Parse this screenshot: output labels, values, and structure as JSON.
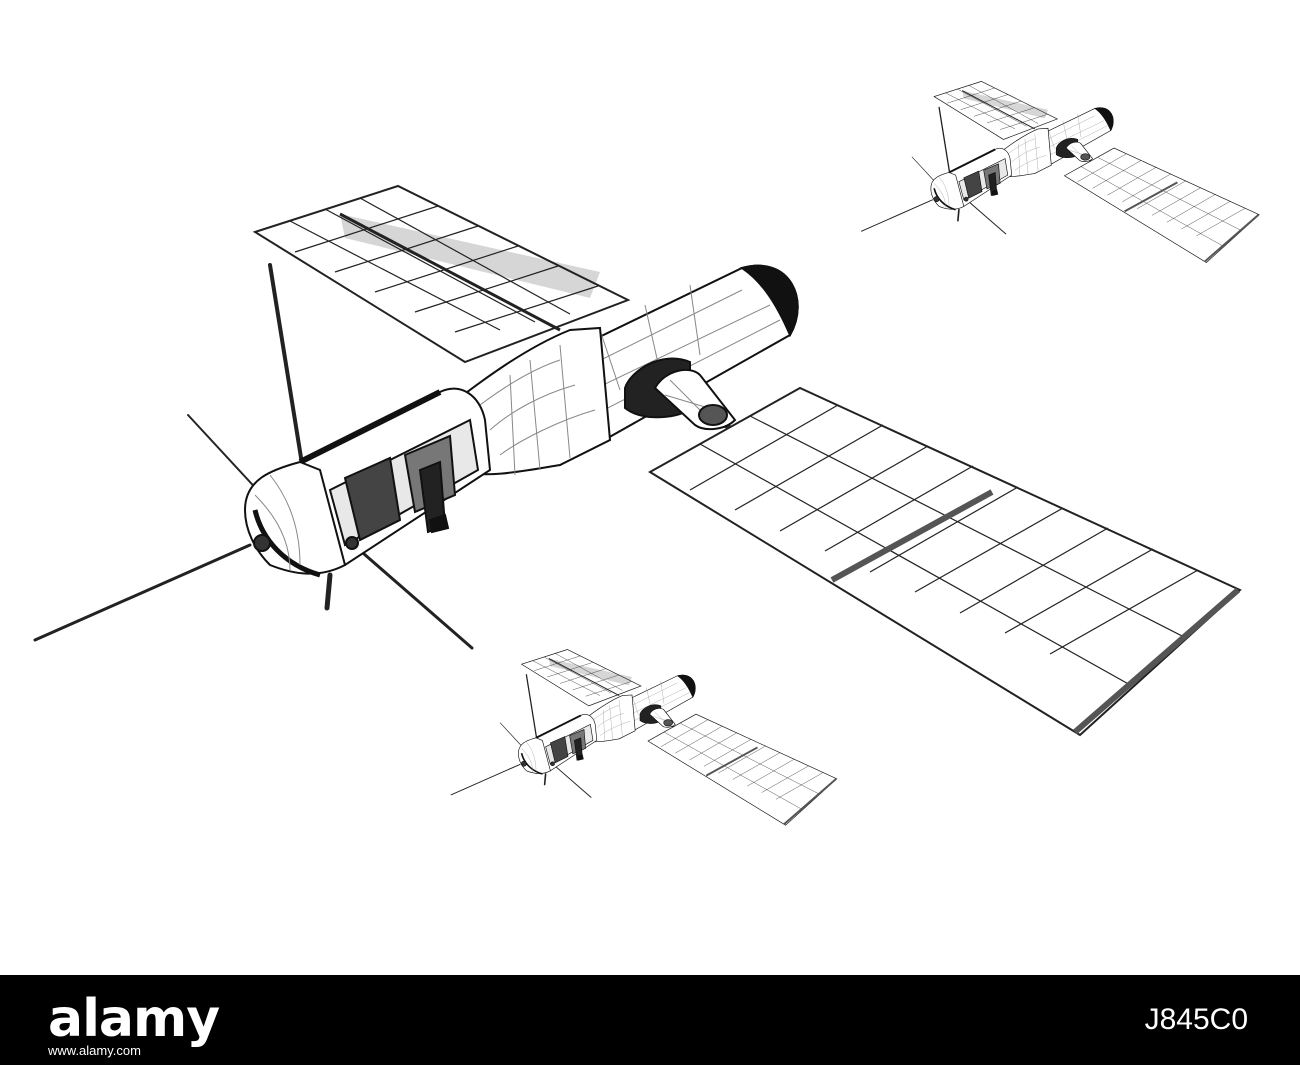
{
  "image": {
    "subject": "satellite-wireframe-illustration",
    "count": 3,
    "colors": {
      "background": "#ffffff",
      "line": "#1a1a1a",
      "panel_shade": "#d9d9d9",
      "body_dark": "#111111"
    }
  },
  "stock_bar": {
    "logo": "alamy",
    "url": "www.alamy.com",
    "image_id": "J845C0",
    "background": "#000000",
    "text_color": "#ffffff"
  }
}
